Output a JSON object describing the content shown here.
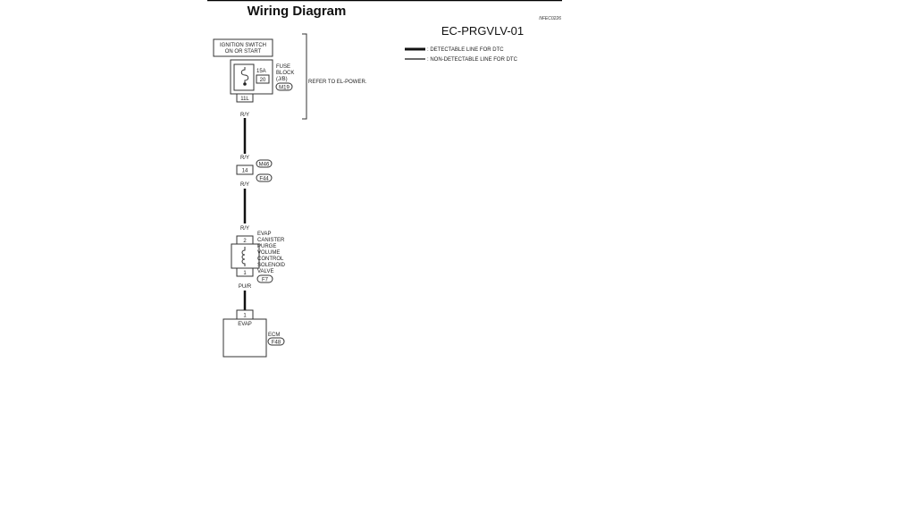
{
  "header": {
    "title": "Wiring Diagram",
    "code": "NFEC0226",
    "diagram_id": "EC-PRGVLV-01"
  },
  "legend": {
    "detectable": ": DETECTABLE LINE FOR DTC",
    "non_detectable": ": NON-DETECTABLE LINE FOR DTC"
  },
  "ignition": {
    "line1": "IGNITION SWITCH",
    "line2": "ON OR START"
  },
  "fuse_block": {
    "amp": "15A",
    "fuse_no": "20",
    "label1": "FUSE",
    "label2": "BLOCK",
    "label3": "(J/B)",
    "connector": "M19",
    "terminal": "11L"
  },
  "refer_note": "REFER TO EL-POWER.",
  "wires": {
    "w1": "R/Y",
    "w2": "R/Y",
    "w3": "R/Y",
    "w4": "R/Y",
    "w5": "PU/R"
  },
  "joint": {
    "terminal": "14",
    "conn_top": "M46",
    "conn_bottom": "F44"
  },
  "valve": {
    "term_top": "2",
    "term_bottom": "1",
    "lines": [
      "EVAP",
      "CANISTER",
      "PURGE",
      "VOLUME",
      "CONTROL",
      "SOLENOID",
      "VALVE"
    ],
    "connector": "F7"
  },
  "ecm": {
    "terminal": "1",
    "pin_label": "EVAP",
    "label": "ECM",
    "connector": "F48"
  }
}
